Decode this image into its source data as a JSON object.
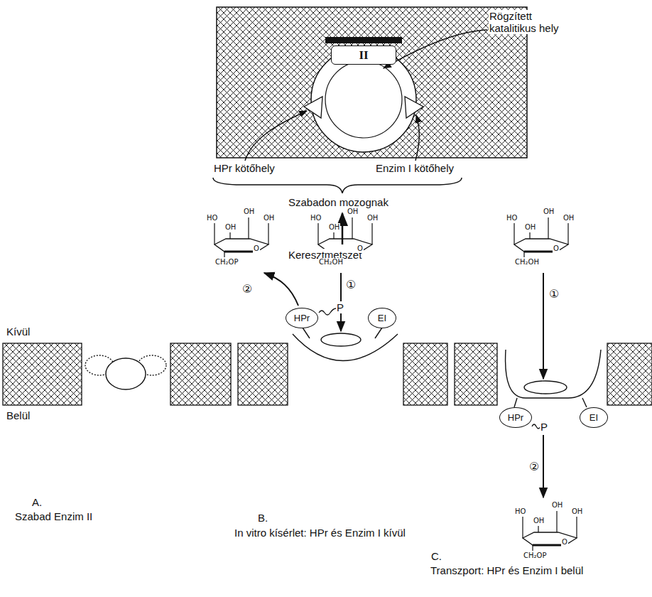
{
  "diagram": {
    "nodes": [
      {
        "text": [
          "II"
        ]
      },
      {
        "text": [
          "HPr"
        ]
      },
      {
        "text": [
          "EI"
        ]
      },
      {
        "text": [
          "HPr"
        ]
      },
      {
        "text": [
          "EI"
        ]
      }
    ],
    "labels": [
      "Rögzített katalitikus hely",
      "HPr kötőhely",
      "Enzim I kötőhely",
      "Szabadon mozognak",
      "Keresztmetszet",
      "OH",
      "HO",
      "OH",
      "OH",
      "O",
      "CH₂OP",
      "OH",
      "HO",
      "OH",
      "OH",
      "O",
      "CH₂OH",
      "OH",
      "HO",
      "OH",
      "OH",
      "O",
      "CH₂OH",
      "Kívül",
      "①",
      "②",
      "P",
      "①",
      "P",
      "Belül",
      "②",
      "OH",
      "HO",
      "OH",
      "OH",
      "O",
      "CH₂OP",
      "A.",
      "Szabad Enzim II",
      "B.",
      "In vitro kísérlet: HPr és Enzim I kívül",
      "C.",
      "Transzport: HPr és Enzim I belül"
    ]
  }
}
